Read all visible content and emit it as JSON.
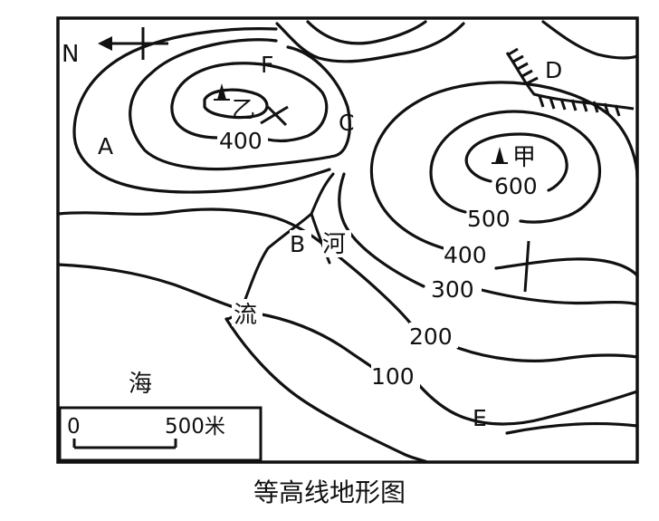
{
  "caption": "等高线地形图",
  "north": "N",
  "scale": {
    "start": "0",
    "end": "500米"
  },
  "points": {
    "A": "A",
    "B": "B",
    "C": "C",
    "D": "D",
    "E": "E",
    "F": "F"
  },
  "peaks": {
    "yi": "乙",
    "jia": "甲"
  },
  "contour_labels": {
    "c600": "600",
    "c500": "500",
    "c400_east": "400",
    "c400_west": "400",
    "c300": "300",
    "c200": "200",
    "c100": "100"
  },
  "river": {
    "he": "河",
    "liu": "流"
  },
  "sea": "海"
}
